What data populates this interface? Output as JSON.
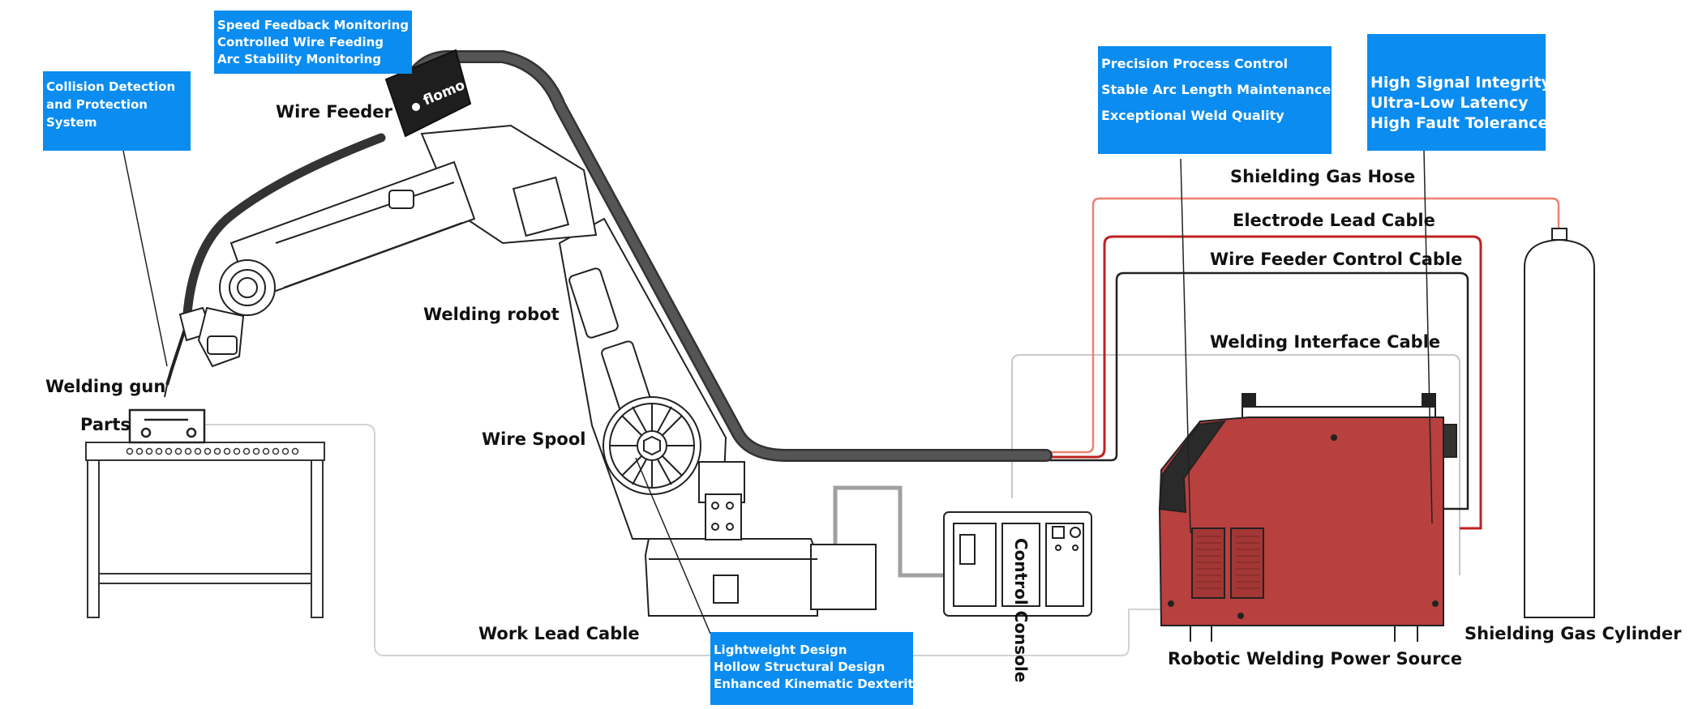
{
  "brand": {
    "logo_text": "flomo",
    "color": "#ffffff"
  },
  "callouts": {
    "wire_feeder": [
      "Speed Feedback Monitoring",
      "Controlled Wire Feeding",
      "Arc Stability Monitoring"
    ],
    "collision": [
      "Collision Detection",
      "and Protection",
      "System"
    ],
    "power_source": [
      "Precision Process Control",
      "Stable Arc Length Maintenance",
      "Exceptional Weld Quality"
    ],
    "signal": [
      "High Signal Integrity",
      "Ultra-Low Latency",
      "High Fault Tolerance"
    ],
    "robot_arm": [
      "Lightweight Design",
      "Hollow Structural Design",
      "Enhanced Kinematic Dexterity"
    ]
  },
  "labels": {
    "wire_feeder": "Wire Feeder",
    "welding_robot": "Welding robot",
    "welding_gun": "Welding gun",
    "parts": "Parts",
    "wire_spool": "Wire Spool",
    "work_lead_cable": "Work Lead Cable",
    "shielding_gas_hose": "Shielding Gas Hose",
    "electrode_lead_cable": "Electrode Lead Cable",
    "wire_feeder_control_cable": "Wire Feeder Control Cable",
    "welding_interface_cable": "Welding Interface Cable",
    "power_source": "Robotic Welding Power Source",
    "gas_cylinder": "Shielding Gas Cylinder",
    "control_console": "Control Console"
  },
  "colors": {
    "callout_bg": "#0a8cf0",
    "callout_text": "#ffffff",
    "power_source_red": "#b8403f",
    "electrode_cable": "#c02020",
    "gas_hose": "#f08070",
    "control_cable": "#222222",
    "interface_cable": "#c8c8c8"
  }
}
